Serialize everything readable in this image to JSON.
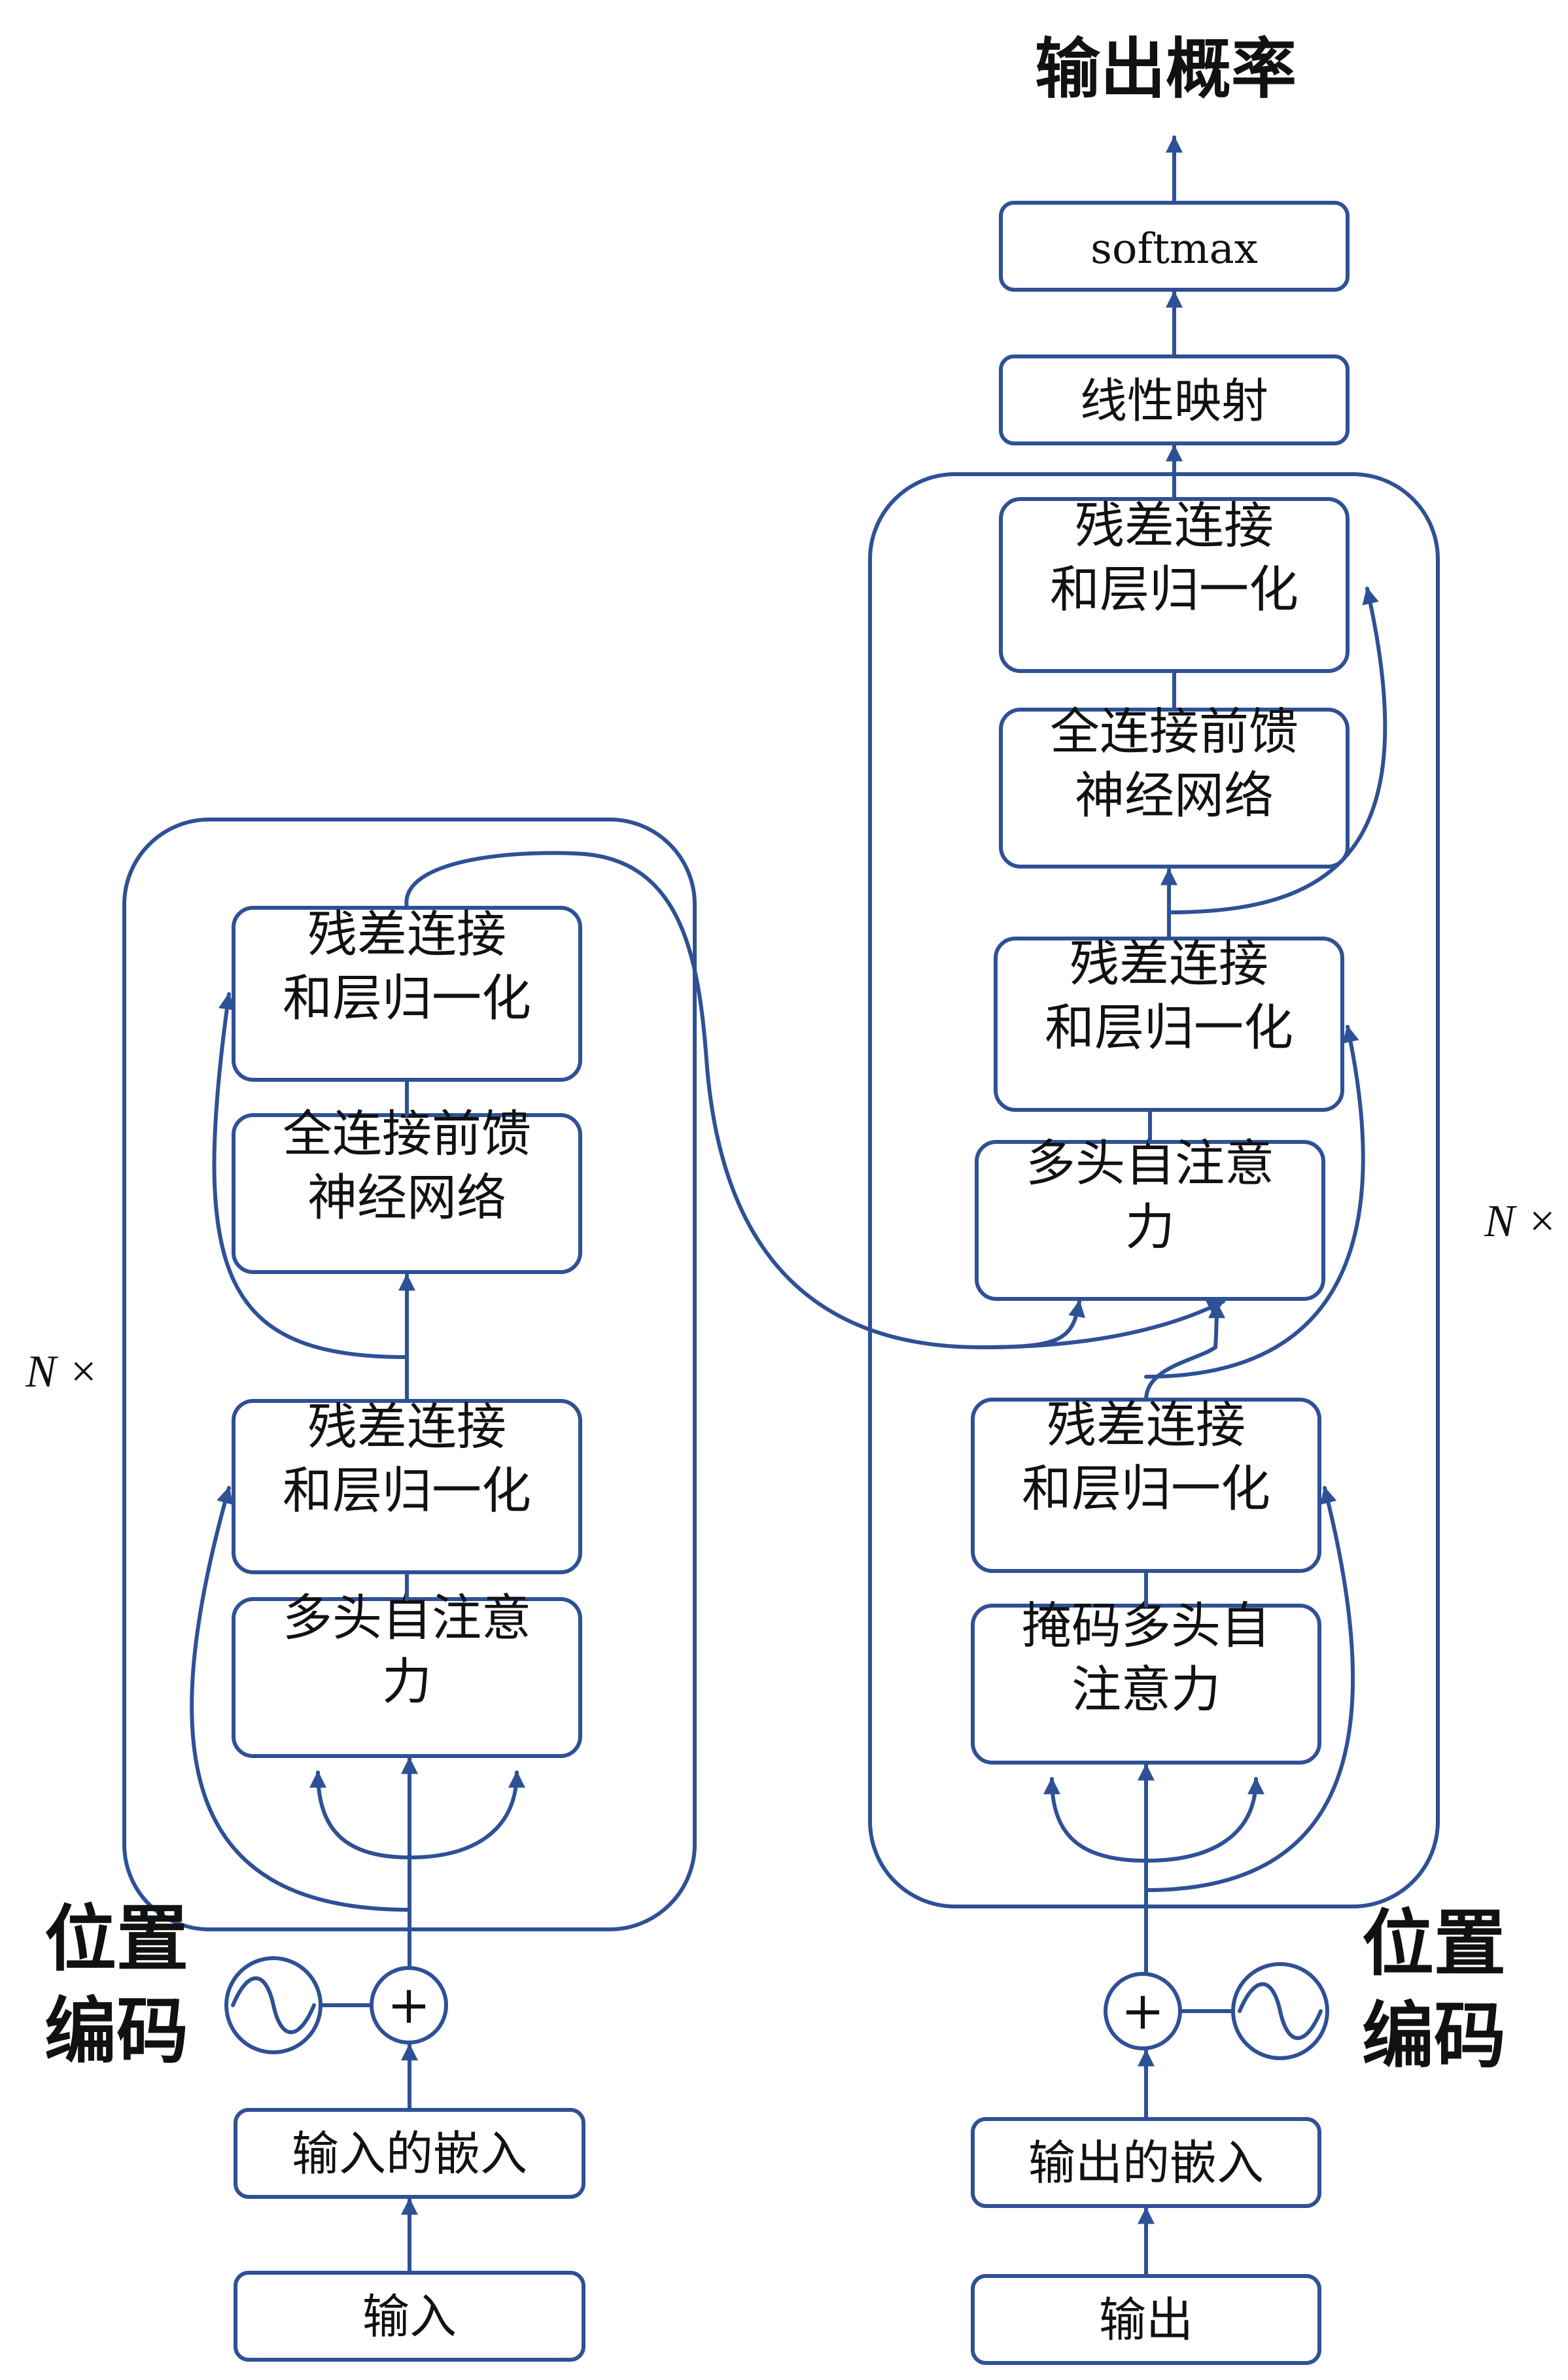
{
  "title": "输出概率",
  "labels": {
    "softmax": "softmax",
    "linear": "线性映射",
    "residual_norm": "残差连接和层归一化",
    "ffn": "全连接前馈神经网络",
    "mha": "多头自注意力",
    "masked_mha": "掩码多头自注意力",
    "input_embedding": "输入的嵌入",
    "output_embedding": "输出的嵌入",
    "input": "输入",
    "output": "输出",
    "positional_encoding": "位置编码",
    "repeat": "N ×",
    "plus": "+"
  },
  "colors": {
    "stroke": "#2e5196",
    "text": "#111111",
    "background": "#ffffff"
  }
}
